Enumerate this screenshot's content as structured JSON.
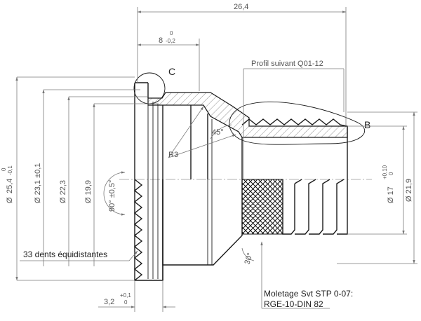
{
  "dimensions": {
    "overall_length": "26,4",
    "flange_len_nominal": "8",
    "flange_len_upper_tol": "0",
    "flange_len_lower_tol": "-0,2",
    "dia_outer_prefix": "Ø",
    "dia_outer_value": "25,4",
    "dia_outer_tol_upper": "0",
    "dia_outer_tol_lower": "-0,1",
    "dia_231": "Ø 23,1 ±0,1",
    "dia_223": "Ø 22,3",
    "dia_199": "Ø 19,9",
    "angle_90": "90° ±0,5°",
    "dia_17_prefix": "Ø 17",
    "dia_17_tol_upper": "+0,10",
    "dia_17_tol_lower": "0",
    "dia_219": "Ø 21,9",
    "radius_r3": "R3",
    "angle_45": "45°",
    "angle_30": "30°",
    "thickness_nominal": "3,2",
    "thickness_tol_upper": "+0,1",
    "thickness_tol_lower": "0"
  },
  "labels": {
    "profil": "Profil suivant Q01-12",
    "detail_c": "C",
    "detail_b": "B",
    "teeth": "33 dents équidistantes",
    "knurl_line1": "Moletage Svt STP 0-07:",
    "knurl_line2": "RGE-10-DIN 82"
  }
}
